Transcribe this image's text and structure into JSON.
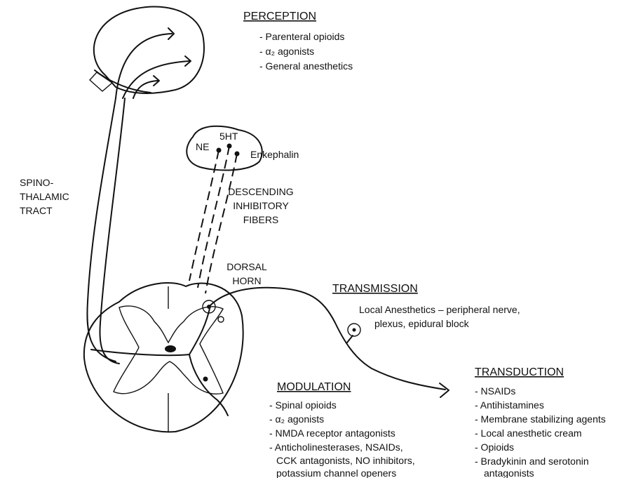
{
  "perception": {
    "heading": "PERCEPTION",
    "items": [
      "- Parenteral opioids",
      "- α₂ agonists",
      "- General anesthetics"
    ]
  },
  "brainstem": {
    "ne": "NE",
    "ht": "5HT",
    "enkephalin": "Enkephalin"
  },
  "tract": {
    "lines": [
      "SPINO-",
      "THALAMIC",
      "TRACT"
    ]
  },
  "descending": {
    "lines": [
      "DESCENDING",
      "INHIBITORY",
      "FIBERS"
    ]
  },
  "dorsal_horn": {
    "lines": [
      "DORSAL",
      "HORN"
    ]
  },
  "transmission": {
    "heading": "TRANSMISSION",
    "items": [
      "Local Anesthetics – peripheral nerve,",
      "plexus, epidural block"
    ]
  },
  "transduction": {
    "heading": "TRANSDUCTION",
    "items": [
      "- NSAIDs",
      "- Antihistamines",
      "- Membrane stabilizing agents",
      "- Local anesthetic cream",
      "- Opioids",
      "- Bradykinin and serotonin",
      "antagonists"
    ]
  },
  "modulation": {
    "heading": "MODULATION",
    "items": [
      "- Spinal opioids",
      "- α₂ agonists",
      "- NMDA receptor antagonists",
      "- Anticholinesterases, NSAIDs,",
      "CCK antagonists, NO inhibitors,",
      "potassium channel openers"
    ]
  }
}
